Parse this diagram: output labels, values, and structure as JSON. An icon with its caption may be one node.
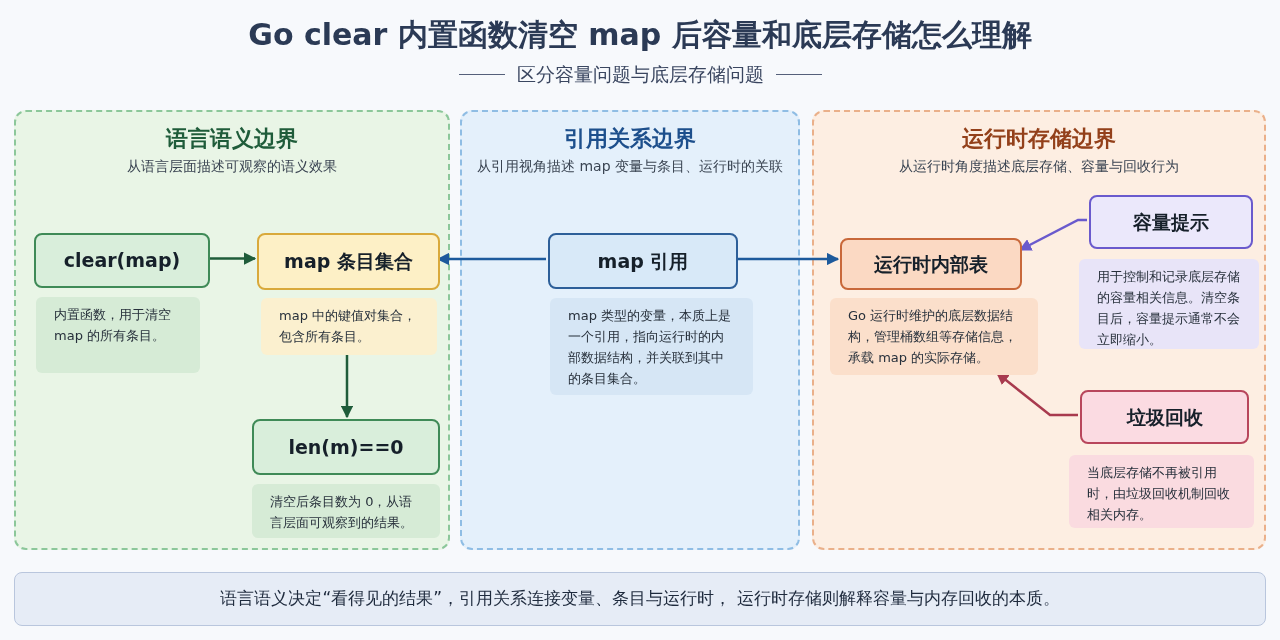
{
  "diagram": {
    "title": "Go clear 内置函数清空 map 后容量和底层存储怎么理解",
    "nodes": [
      {
        "text": [
          "语言语义边界",
          "从语言层面描述可观察的语义效果"
        ]
      },
      {
        "text": [
          "clear(map)"
        ],
        "in": 0
      },
      {
        "text": [
          "内置函数，用于清空 map 的所有条目。"
        ],
        "in": 0
      },
      {
        "text": [
          "map 条目集合"
        ],
        "in": 0
      },
      {
        "text": [
          "map 中的键值对集合，包含所有条目。"
        ],
        "in": 0
      },
      {
        "text": [
          "len(m)==0"
        ],
        "in": 0
      },
      {
        "text": [
          "清空后条目数为 0，从语言层面可观察到的结果。"
        ],
        "in": 0
      },
      {
        "text": [
          "引用关系边界",
          "从引用视角描述 map 变量与条目、运行时的关联"
        ]
      },
      {
        "text": [
          "map 引用"
        ],
        "in": 7
      },
      {
        "text": [
          "map 类型的变量，本质上是一个引用，指向运行时的内部数据结构，并关联到其中的条目集合。"
        ],
        "in": 7
      },
      {
        "text": [
          "运行时存储边界",
          "从运行时角度描述底层存储、容量与回收行为"
        ]
      },
      {
        "text": [
          "运行时内部表"
        ],
        "in": 10
      },
      {
        "text": [
          "Go 运行时维护的底层数据结构，管理桶数组等存储信息，承载 map 的实际存储。"
        ],
        "in": 10
      },
      {
        "text": [
          "容量提示"
        ],
        "in": 10
      },
      {
        "text": [
          "用于控制和记录底层存储的容量相关信息。清空条目后，容量提示通常不会立即缩小。"
        ],
        "in": 10
      },
      {
        "text": [
          "垃圾回收"
        ],
        "in": 10
      },
      {
        "text": [
          "当底层存储不再被引用时，由垃圾回收机制回收相关内存。"
        ],
        "in": 10
      },
      {
        "text": [
          "语言语义决定“看得见的结果”，引用关系连接变量、条目与运行时， 运行时存储则解释容量与内存回收的本质。"
        ]
      }
    ],
    "edges": [
      {
        "from": 1,
        "to": 3,
        "arrow": "to",
        "color": "#1f5c3a"
      },
      {
        "from": 4,
        "to": 5,
        "arrow": "to",
        "color": "#1f5c3a"
      },
      {
        "from": 8,
        "to": 3,
        "arrow": "to",
        "color": "#1d5a9c"
      },
      {
        "from": 8,
        "to": 11,
        "arrow": "to",
        "color": "#1d5a9c"
      },
      {
        "from": 13,
        "to": 11,
        "arrow": "to",
        "color": "#6a5acd"
      },
      {
        "from": 15,
        "to": 12,
        "arrow": "to",
        "color": "#a83a4e"
      }
    ],
    "labels": [
      "区分容量问题与底层存储问题"
    ]
  }
}
